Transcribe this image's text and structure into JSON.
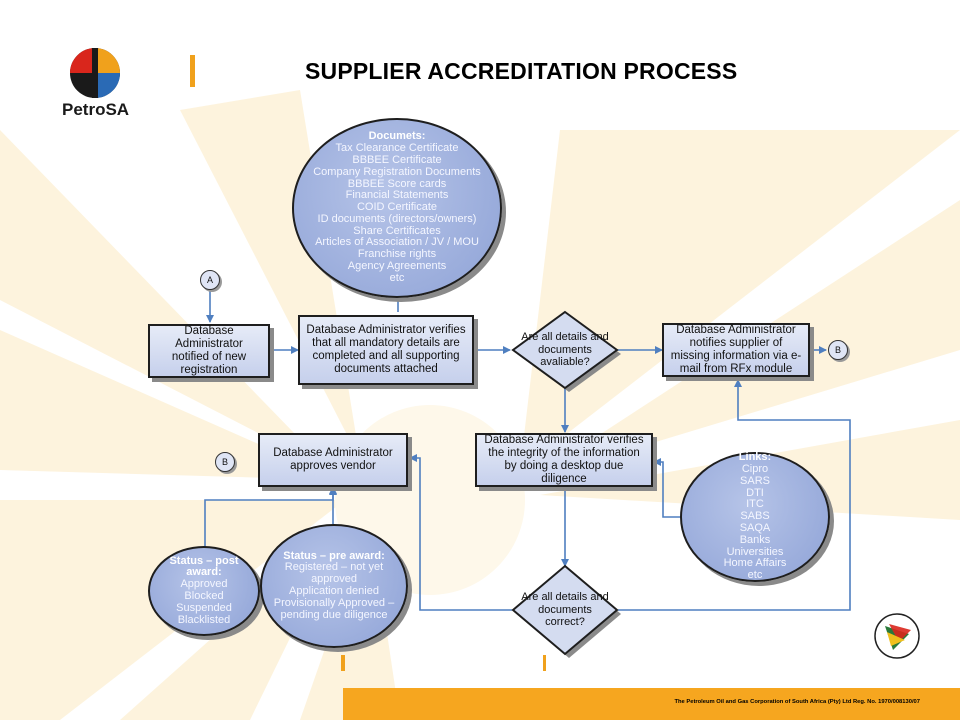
{
  "title": "SUPPLIER ACCREDITATION PROCESS",
  "logo": {
    "name": "PetroSA"
  },
  "footer": {
    "text": "The Petroleum Oil and Gas Corporation of South Africa (Pty) Ltd  Reg. No. 1970/008130/07"
  },
  "badge": {
    "icon": "proudly-south-african-badge"
  },
  "colors": {
    "accent": "#f0a11c",
    "footer": "#f6a61f",
    "node_fill": "#c6d0ec",
    "ellipse_fill": "#8ea2d6",
    "connector": "#4f7fc0"
  },
  "connectors": {
    "a": "A",
    "b_right": "B",
    "b_left": "B"
  },
  "nodes": {
    "notified": "Database Administrator notified of new registration",
    "verifies": "Database Administrator verifies that all mandatory details are completed and all supporting documents attached",
    "available": "Are all details and documents avaliable?",
    "notifies": "Database Administrator notifies supplier of missing information via e-mail from RFx module",
    "integrity": "Database Administrator verifies the integrity of the information by doing a desktop due diligence",
    "correct": "Are all details and documents correct?",
    "approves": "Database Administrator approves vendor"
  },
  "documents": {
    "header": "Documets:",
    "items": [
      "Tax Clearance Certificate",
      "BBBEE Certificate",
      "Company Registration Documents",
      "BBBEE Score cards",
      "Financial Statements",
      "COID Certificate",
      "ID documents (directors/owners)",
      "Share Certificates",
      "Articles of Association / JV / MOU",
      "Franchise rights",
      "Agency Agreements",
      "etc"
    ]
  },
  "links": {
    "header": "Links:",
    "items": [
      "Cipro",
      "SARS",
      "DTI",
      "ITC",
      "SABS",
      "SAQA",
      "Banks",
      "Universities",
      "Home Affairs",
      "etc"
    ]
  },
  "status_post": {
    "header": "Status – post award:",
    "items": [
      "Approved",
      "Blocked",
      "Suspended",
      "Blacklisted"
    ]
  },
  "status_pre": {
    "header": "Status – pre award:",
    "items": [
      "Registered – not yet approved",
      "Application denied",
      "Provisionally Approved – pending due diligence"
    ]
  }
}
